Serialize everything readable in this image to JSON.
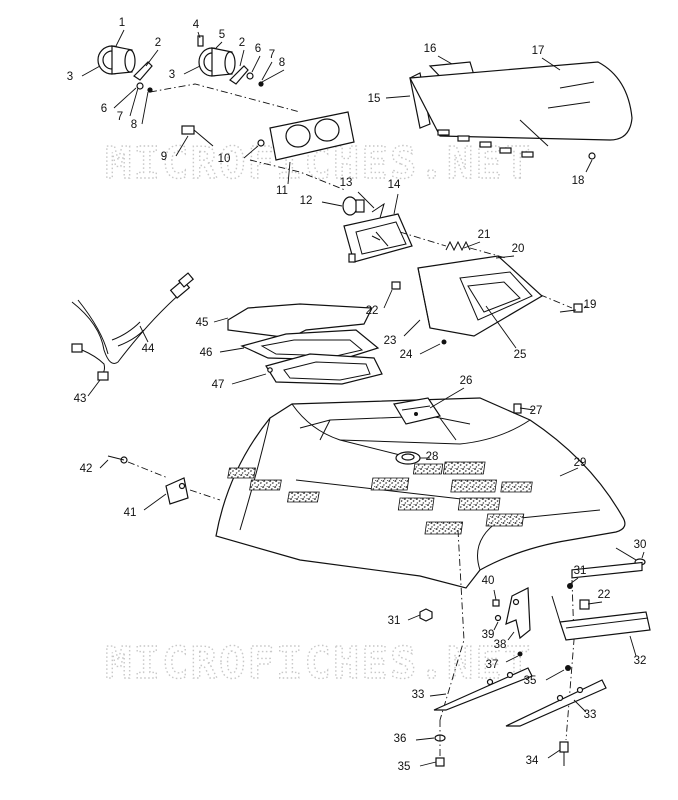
{
  "watermark": "MICROFICHES.NET",
  "callouts": [
    {
      "n": "1"
    },
    {
      "n": "2"
    },
    {
      "n": "3"
    },
    {
      "n": "4"
    },
    {
      "n": "5"
    },
    {
      "n": "2"
    },
    {
      "n": "6"
    },
    {
      "n": "7"
    },
    {
      "n": "3"
    },
    {
      "n": "6"
    },
    {
      "n": "7"
    },
    {
      "n": "8"
    },
    {
      "n": "8"
    },
    {
      "n": "9"
    },
    {
      "n": "10"
    },
    {
      "n": "11"
    },
    {
      "n": "12"
    },
    {
      "n": "13"
    },
    {
      "n": "14"
    },
    {
      "n": "15"
    },
    {
      "n": "16"
    },
    {
      "n": "17"
    },
    {
      "n": "18"
    },
    {
      "n": "19"
    },
    {
      "n": "20"
    },
    {
      "n": "21"
    },
    {
      "n": "22"
    },
    {
      "n": "23"
    },
    {
      "n": "24"
    },
    {
      "n": "25"
    },
    {
      "n": "26"
    },
    {
      "n": "27"
    },
    {
      "n": "28"
    },
    {
      "n": "29"
    },
    {
      "n": "30"
    },
    {
      "n": "31"
    },
    {
      "n": "22"
    },
    {
      "n": "31"
    },
    {
      "n": "32"
    },
    {
      "n": "33"
    },
    {
      "n": "33"
    },
    {
      "n": "34"
    },
    {
      "n": "35"
    },
    {
      "n": "35"
    },
    {
      "n": "36"
    },
    {
      "n": "37"
    },
    {
      "n": "38"
    },
    {
      "n": "39"
    },
    {
      "n": "40"
    },
    {
      "n": "41"
    },
    {
      "n": "42"
    },
    {
      "n": "43"
    },
    {
      "n": "44"
    },
    {
      "n": "45"
    },
    {
      "n": "46"
    },
    {
      "n": "47"
    }
  ]
}
